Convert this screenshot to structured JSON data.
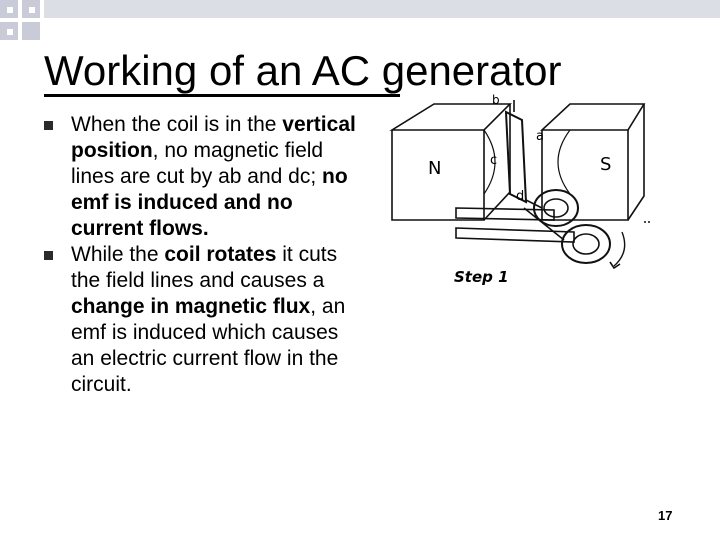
{
  "slide": {
    "title": "Working of an AC generator",
    "page_number": "17",
    "bullets": [
      {
        "runs": [
          {
            "text": "When the coil is in the ",
            "bold": false
          },
          {
            "text": "vertical position",
            "bold": true
          },
          {
            "text": ", no magnetic field lines are cut by ab and dc; ",
            "bold": false
          },
          {
            "text": "no emf is induced and no current flows.",
            "bold": true
          }
        ]
      },
      {
        "runs": [
          {
            "text": "While the ",
            "bold": false
          },
          {
            "text": "coil rotates",
            "bold": true
          },
          {
            "text": " it cuts the field lines and causes a ",
            "bold": false
          },
          {
            "text": "change in magnetic flux",
            "bold": true
          },
          {
            "text": ", an emf is induced which causes an electric current  flow in the circuit.",
            "bold": false
          }
        ]
      }
    ]
  },
  "figure": {
    "labels": {
      "north": "N",
      "south": "S",
      "a": "a",
      "b": "b",
      "c": "c",
      "d": "d",
      "caption": "Step 1"
    }
  },
  "colors": {
    "header_squares": "#c9ccd8",
    "bullet": "#2a2a2a"
  }
}
